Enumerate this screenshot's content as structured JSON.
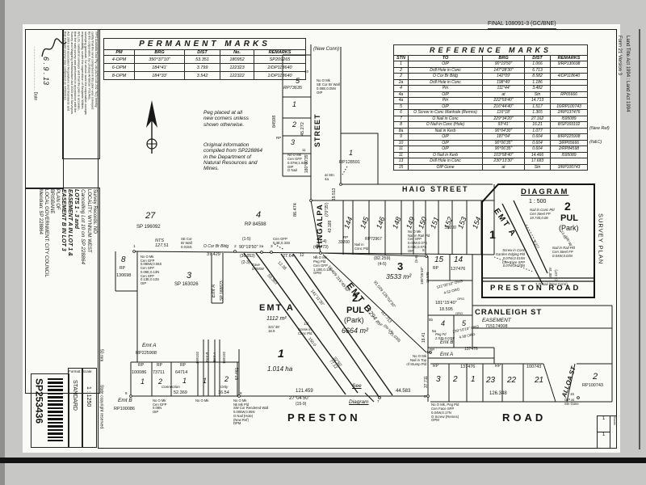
{
  "page": {
    "final_ref": "FINAL  108091-3  (GC/BNE)",
    "act_edge": "Land Title Act 1994 : Land Act 1994",
    "form_edge": "Form 21 Version 3",
    "ruler_label": "50 mm",
    "copyright": "State copyright reserved."
  },
  "certification": {
    "lines": [
      "RPS Australia East Pty Ltd (ACN 140 292 762) hereby",
      "certify that the land comprised in this plan was surveyed",
      "by the corporation, by Lindsay Ambrose YOUNG,",
      "surveying graduate, for whose work the corporation accepts",
      "responsibility, under the supervision of Benjamin Wilkes",
      "WILLIS, cadastral surveyor and that the plan is accurate,",
      "that the said survey was performed in accordance with the",
      "Survey and Mapping Infrastructure Act 2003 and Surveyors",
      "Act 2003 and associated Regulations and Standards and",
      "that the said survey was completed on 4/09/2013."
    ],
    "signed_date": "6 . 9 . 13",
    "dots_date": ".......................................  Date"
  },
  "title_panel": {
    "columns": [
      "Survey Records:   NO",
      "LOCALITY: WYNNUM WEST",
      "Cancelling Lot 10 on SP 228864",
      "LOTS 1 - 3 and",
      "EASEMENT A IN LOT 1 &",
      "EASEMENT B IN LOT 3",
      "PLAN OF",
      "BRISBANE",
      "LOCAL GOVERNMENT: CITY COUNCIL",
      "Meridian:  SP 228864"
    ]
  },
  "barcode_number": "SP253436",
  "format": {
    "label": "Format:",
    "value": "STANDARD"
  },
  "scale": {
    "label": "Scale:",
    "value": "1 : 1250"
  },
  "sheet_box": {
    "label": "Sheets",
    "rows": [
      "1",
      "1"
    ]
  },
  "perm_table": {
    "title": "PERMANENT   MARKS",
    "headers": [
      "PM",
      "BRG",
      "DIST",
      "No.",
      "REMARKS"
    ],
    "rows": [
      [
        "4-OPM",
        "350°37'10\"",
        "53.351",
        "180952",
        "SP209265"
      ],
      [
        "6-OPM",
        "184°41'",
        "3.799",
        "122323",
        "2/DP118640"
      ],
      [
        "8-OPM",
        "184°33'",
        "3.542",
        "122322",
        "1/DP118640"
      ]
    ],
    "side_note": "(New Conn)"
  },
  "ref_table": {
    "title": "REFERENCE   MARKS",
    "headers": [
      "STN",
      "TO",
      "BRG",
      "DIST",
      "REMARKS"
    ],
    "rows": [
      [
        "1",
        "OIP",
        "90°19'50\"",
        "1.066",
        "9/RP130698"
      ],
      [
        "2",
        "Drill Hole in Conc",
        "147°28'30\"",
        "6.713",
        ""
      ],
      [
        "2",
        "O Cor Br Bldg",
        "142°09'",
        "8.582",
        "4/DP118640"
      ],
      [
        "2a",
        "Drill Hole in Conc",
        "198°49'",
        "1.186",
        ""
      ],
      [
        "4",
        "Pin",
        "111°44'",
        "3.482",
        ""
      ],
      [
        "4a",
        "OIP",
        "at",
        "Stn",
        "RP65666"
      ],
      [
        "4a",
        "Pin",
        "222°59'40\"",
        "14.713",
        ""
      ],
      [
        "5",
        "OIP",
        "216°44'40\"",
        "1.517",
        "16/RP100743"
      ],
      [
        "6",
        "O Screw in Conc Manhole (Remns)",
        "116°18'",
        "1.365",
        "2/RP137476"
      ],
      [
        "7",
        "O Nail in Conc",
        "229°34'20\"",
        "27.162",
        "I595089"
      ],
      [
        "8",
        "O Nail in Conc (Hole)",
        "93°41'",
        "16.21",
        "8/SP169102"
      ],
      [
        "8a",
        "Nail in Kerb",
        "90°04'30\"",
        "1.077",
        ""
      ],
      [
        "9",
        "OIP",
        "187°04'",
        "0.604",
        "8/RP225908"
      ],
      [
        "10",
        "OIP",
        "90°06'35\"",
        "0.604",
        "3/RP65666"
      ],
      [
        "11",
        "OIP",
        "90°06'35\"",
        "0.604",
        "2/RP84598"
      ],
      [
        "11",
        "O Nail in Kerb",
        "103°58'40\"",
        "14.466",
        "I595089"
      ],
      [
        "13",
        "Drill Hole in Conc",
        "230°13'30\"",
        "17.683",
        ""
      ],
      [
        "15",
        "OIP Gone",
        "at",
        "Stn",
        "3/RP100743"
      ]
    ],
    "annotations": {
      "new_ref": "(New Ref)",
      "nc": "(N&C)"
    }
  },
  "notes": {
    "peg": "Peg placed at all\nnew corners unless\nshown otherwise.",
    "original": "Original information\ncompiled from SP228864\nin the Department of\nNatural Resources and\nMines."
  },
  "streets": {
    "haig": "HAIG      STREET",
    "tingalpa_street_word": "STREET",
    "tingalpa": "TINGALPA",
    "preston": "PRESTON",
    "preston_road_word": "ROAD",
    "cranleigh": "CRANLEIGH  ST",
    "cranleigh_easement": "EASEMENT",
    "cranleigh_easement_no": "715174008",
    "alloa": "ALLOA  ST"
  },
  "plan": {
    "top_lots": [
      "5",
      "RP73635",
      "1",
      "2",
      "3",
      "RP",
      "84598",
      "45.272",
      "180°00'35\""
    ],
    "top_notes": [
      "No O Mk\nSE Cor Br Wall\n0.08E,0.05N\nOIP",
      "No O Mk\nCen GFP\n0.07W,1.92S\nOIP\nO Nail",
      "10",
      "11",
      "at Stn\n4a",
      "1",
      "RP128591"
    ],
    "tingalpa_dims": [
      "19.513",
      "(70°35')",
      "86.474",
      "43.189",
      "(3-4)",
      "(47.773)",
      "No O Mk\nPeg Pld\nCen GFP\n1.18E,0.11N\nOPM"
    ],
    "haig_row": [
      "144",
      "145",
      "146",
      "148",
      "149",
      "150",
      "151",
      "152",
      "153",
      "154",
      "RP",
      "33200",
      "RP72967",
      "33200",
      "Nail in\nConc Pld",
      "No O Mk\nNail in Rail Pld\nCen SFP\n0.03W,0.07S\n0.03E,0.07S\nOIP"
    ],
    "boundary": [
      "1",
      "2",
      "2a",
      "3",
      "4",
      "5",
      "90°19'50\"",
      "(1-5)",
      "(36.053)",
      "(2-3)",
      "27.64",
      "12",
      "NTS\n127.51",
      "SE Cor\nBr Wall\n0.015S",
      "O Cor Br Bldg",
      "37.429",
      "Cen GFP\n0.3E,0.33S"
    ],
    "west_lots": [
      "27",
      "SP 196092",
      "4",
      "RP 84598",
      "8",
      "RP",
      "130698",
      "3",
      "SP 163026",
      "Emt A",
      "SP 188823",
      "No O Mk\nCen GFP\n0.085W,0.06S\nCen SFP\n0.06E,0.13N\nCen SFP\n0.13E,0.13S\nOIP",
      "Eave\n0.055W",
      "12.38",
      "59.363"
    ],
    "easements": [
      "EMT A",
      "1112 m²",
      "321°48'\n18.9",
      "13°",
      "Screw in\nConc Pld",
      "141°11'30\"",
      "16.409   315°45'50\"",
      "EMT B",
      "91.039   135°02'30\"",
      "1294 m²",
      "117.713",
      "(5b-1A)",
      "(25.039)",
      "150.0",
      "32°50'\n77.12"
    ],
    "lot2": [
      "2",
      "PUL",
      "(Park)",
      "6664 m²"
    ],
    "lot3": [
      "3",
      "3533 m²",
      "(82.259)",
      "(4-5)"
    ],
    "lot1": [
      "1",
      "1.014 ha",
      "See",
      "Diagram",
      "57.461",
      "121.459",
      "27°04'50\"",
      "(15-9)",
      "44.583",
      "7",
      "6",
      "8",
      "9"
    ],
    "right_col": [
      "15",
      "14",
      "RP",
      "137476",
      "(5-6)",
      "180°05'40\"",
      "15.535",
      "121°00'10\" ORG",
      "4.52 ORG",
      "181°15'40\"",
      "18.595",
      "ORG",
      "ORG",
      "5b",
      "5a",
      "1A",
      "4",
      "5",
      "Peg Fd\n2.535,0.03W",
      "239°10'10\" ORG",
      "4.38 ORG",
      "Emt B",
      "RP",
      "137476",
      "Emt A",
      "18.41",
      "37.711",
      "No O Mk\nNail in Top\nof Stump Pld"
    ],
    "bottom_right": [
      "RP",
      "137476",
      "RP",
      "100743",
      "3",
      "2",
      "1",
      "23",
      "22",
      "21",
      "126.348",
      "2",
      "RP100743",
      "15",
      "OIP at\nStn Gone",
      "No O Mk, Peg Pld\nCen Face SFP\n0.04W,0.17N\nO Screw (Remns)\nOPM"
    ],
    "bottom_left": [
      "Emt A",
      "RP225908",
      "Emt B",
      "RP100086",
      "RP",
      "100086",
      "1",
      "RP",
      "73711",
      "2",
      "RP",
      "64714",
      "1",
      "1",
      "169102",
      "Emt B",
      "Emt A",
      "169102",
      "2",
      "Only",
      "16.54",
      "Connection",
      "52.369",
      "No O Mk\nCen GFP\n0.08N\nOIP",
      "No O Mk",
      "No O Mk\nNk Mk Pld\nSW Cor Rendered Wall\n0.005W,0.05N\nO Nail (Hole)\n(New Ref)\nDPM"
    ]
  },
  "diagram": {
    "title": "DIAGRAM",
    "scale": "1 : 500",
    "emt": "EMT A",
    "lot1": "1",
    "lot2": "2",
    "pul": "PUL",
    "park": "(Park)",
    "note1": "Nail in Conc Pld\nCen Steel FP\n19.740,0.08",
    "d1": "13.62",
    "d2": "135°48'",
    "d3": "4.377",
    "note2": "Nail in Rail Pld\nCen Steel FP\n0.04W,0.03N",
    "note3": "Screw in Conc\nGarden Edging Pld\n0.07W,0.015N\nCen Face SFP\n0.07W,0.175N",
    "d4": "180°15'",
    "d5": "(7.137)",
    "stn": "7  O Nail (New Conn)",
    "road": "PRESTON    ROAD",
    "survey_plan": "SURVEY  PLAN"
  }
}
